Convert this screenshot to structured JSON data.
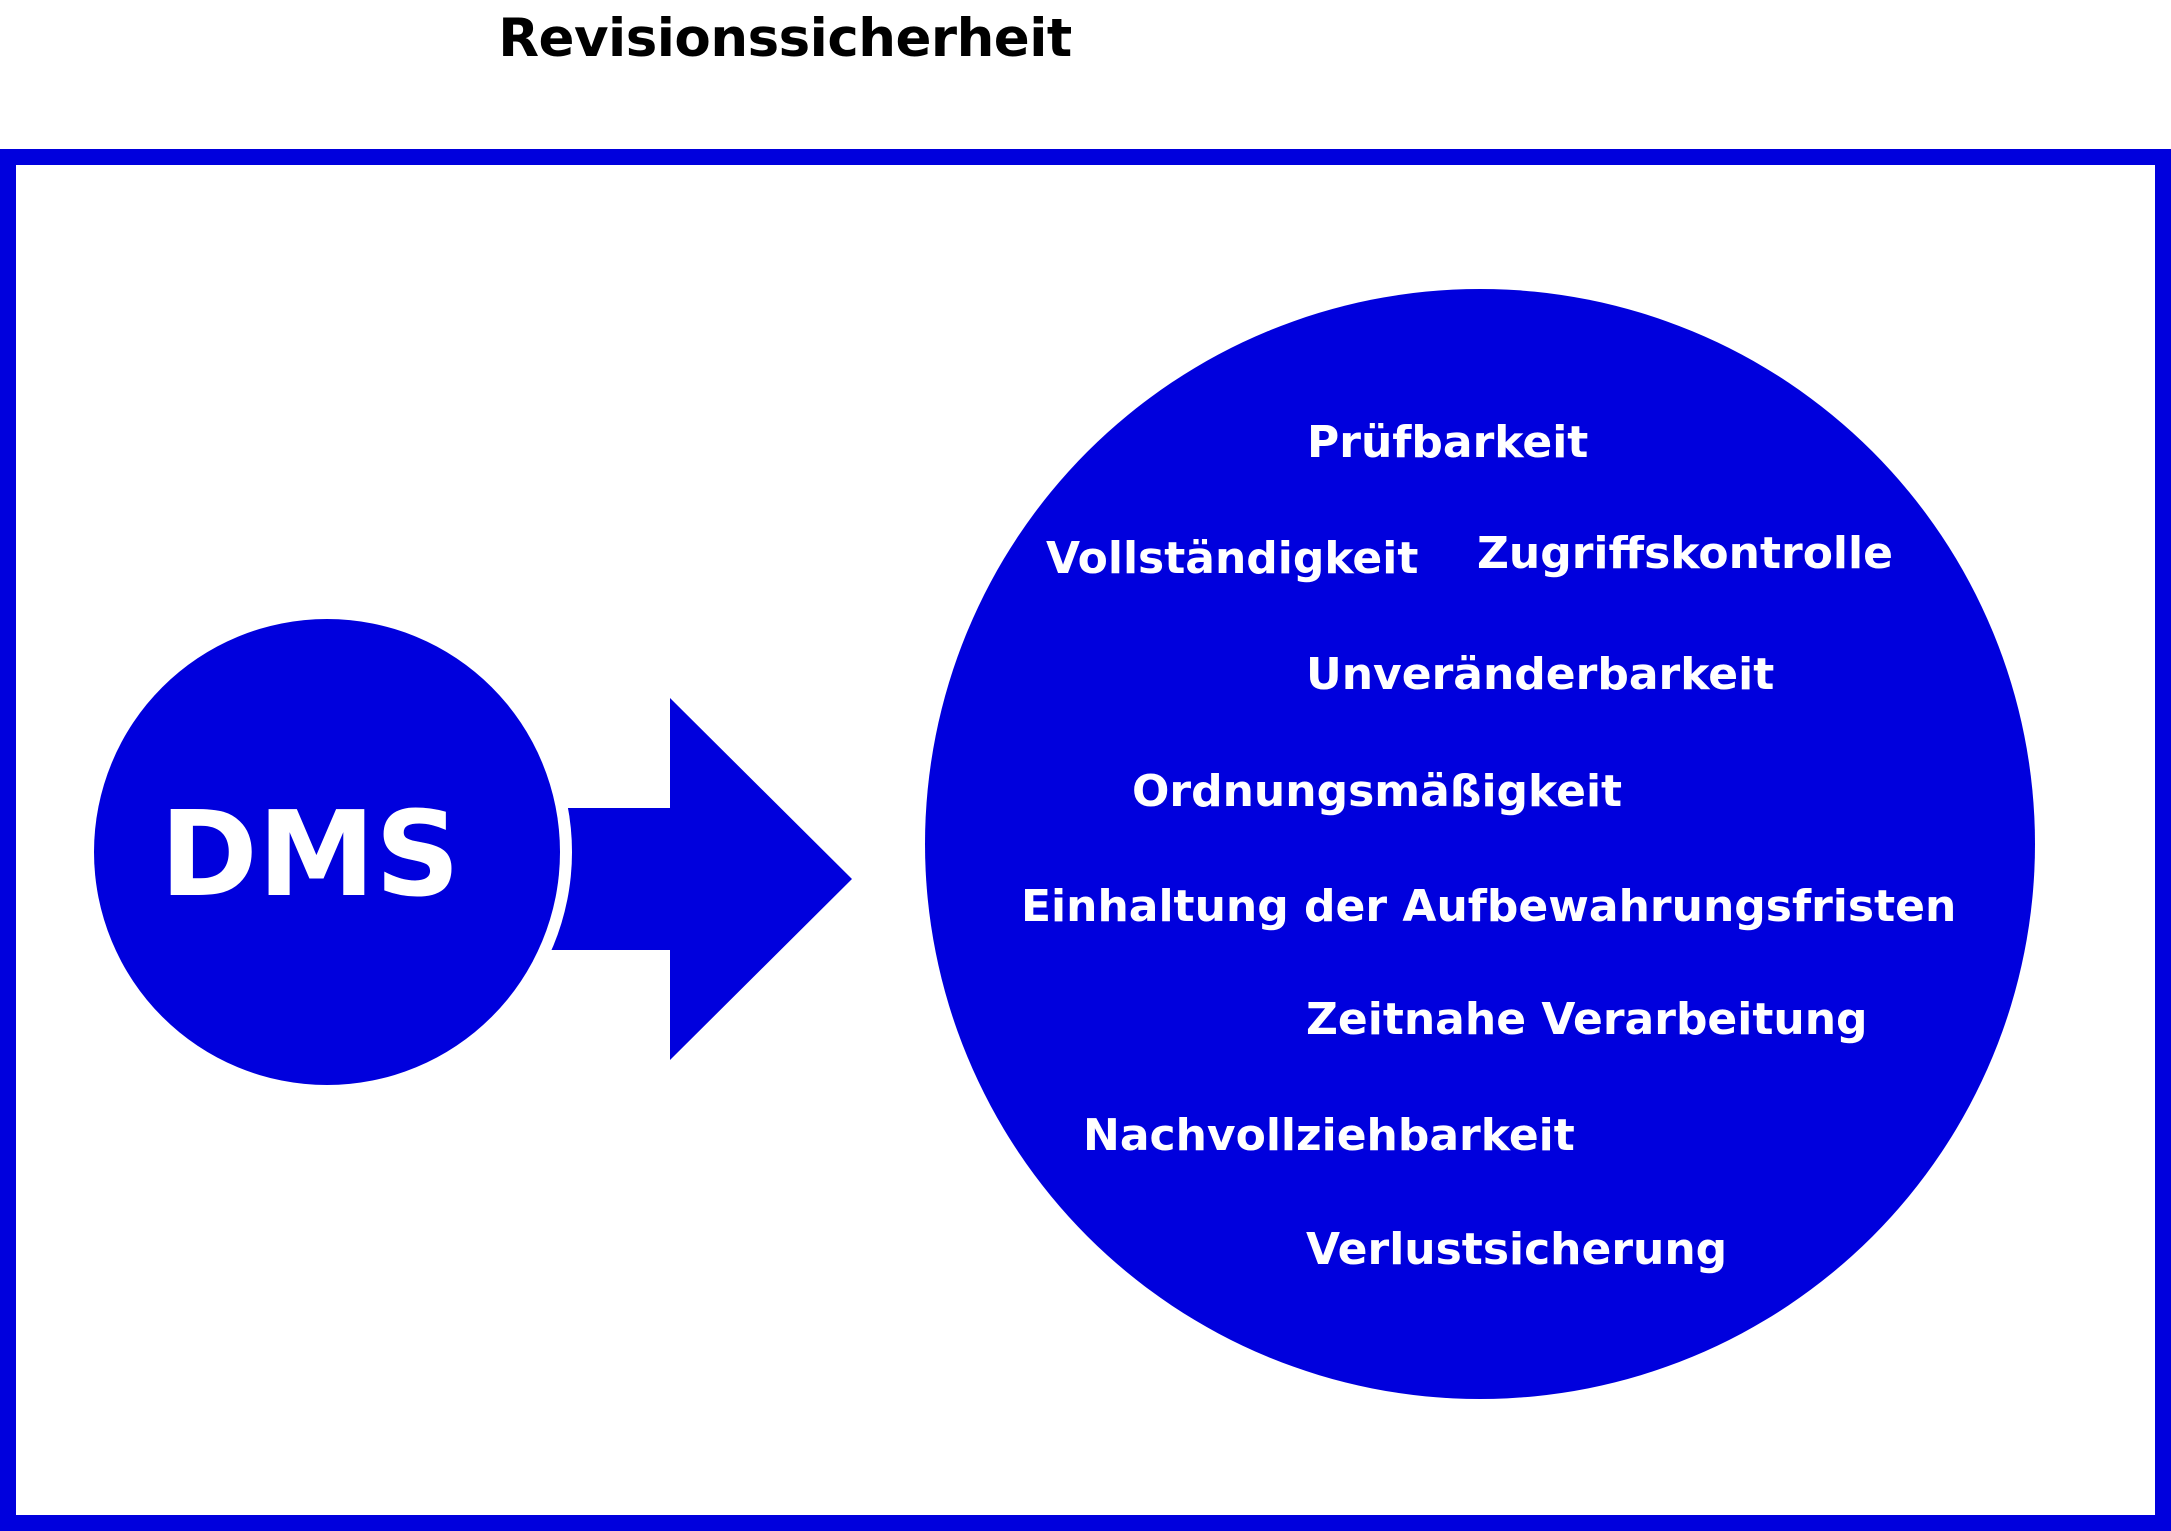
{
  "title": "Revisionssicherheit",
  "source_label": "DMS",
  "properties": [
    "Prüfbarkeit",
    "Vollständigkeit",
    "Zugriffskontrolle",
    "Unveränderbarkeit",
    "Ordnungsmäßigkeit",
    "Einhaltung der Aufbewahrungsfristen",
    "Zeitnahe Verarbeitung",
    "Nachvollziehbarkeit",
    "Verlustsicherung"
  ],
  "colors": {
    "accent": "#0000dd",
    "text_on_accent": "#ffffff",
    "title": "#000000",
    "background": "#ffffff"
  }
}
